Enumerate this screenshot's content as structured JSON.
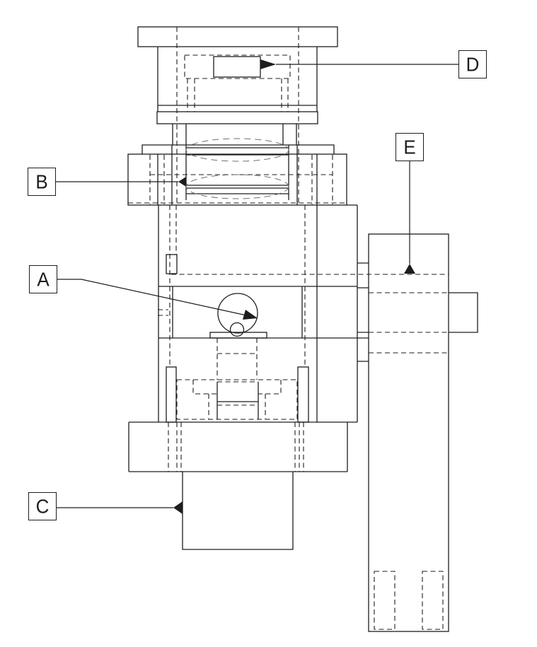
{
  "meta": {
    "background_color": "#ffffff",
    "line_color": "#1d1d1f",
    "hidden_line_color": "#1d1d1f",
    "lens_line_color": "#6f6f6f"
  },
  "callouts": {
    "a": {
      "label": "A"
    },
    "b": {
      "label": "B"
    },
    "c": {
      "label": "C"
    },
    "d": {
      "label": "D"
    },
    "e": {
      "label": "E"
    }
  }
}
